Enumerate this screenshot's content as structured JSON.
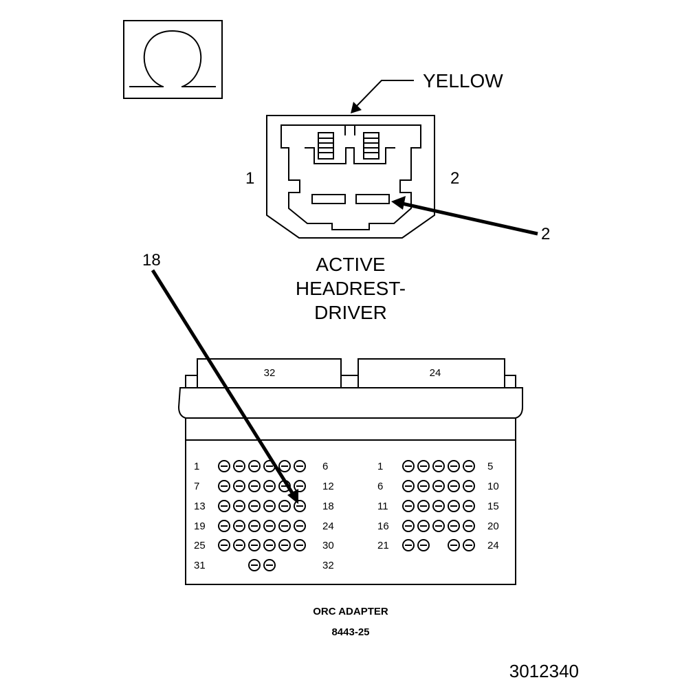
{
  "symbol": {
    "icon": "ohm-symbol-icon",
    "glyph": "Ω"
  },
  "headrest_connector": {
    "color_label": "YELLOW",
    "cavity_left": "1",
    "cavity_right": "2",
    "callout_pin": "2",
    "title_lines": [
      "ACTIVE",
      "HEADREST-",
      "DRIVER"
    ]
  },
  "orc_adapter": {
    "callout_pin": "18",
    "plug_a_label": "32",
    "plug_b_label": "24",
    "left_block": {
      "rows": [
        {
          "start": "1",
          "end": "6",
          "pins": 6
        },
        {
          "start": "7",
          "end": "12",
          "pins": 6
        },
        {
          "start": "13",
          "end": "18",
          "pins": 6
        },
        {
          "start": "19",
          "end": "24",
          "pins": 6
        },
        {
          "start": "25",
          "end": "30",
          "pins": 6
        },
        {
          "start": "31",
          "end": "32",
          "pins": 2
        }
      ]
    },
    "right_block": {
      "rows": [
        {
          "start": "1",
          "end": "5",
          "pins": 5
        },
        {
          "start": "6",
          "end": "10",
          "pins": 5
        },
        {
          "start": "11",
          "end": "15",
          "pins": 5
        },
        {
          "start": "16",
          "end": "20",
          "pins": 5
        },
        {
          "start": "21",
          "end": "24",
          "pins": 4
        }
      ]
    },
    "title": "ORC ADAPTER",
    "part_number": "8443-25"
  },
  "figure_number": "3012340"
}
